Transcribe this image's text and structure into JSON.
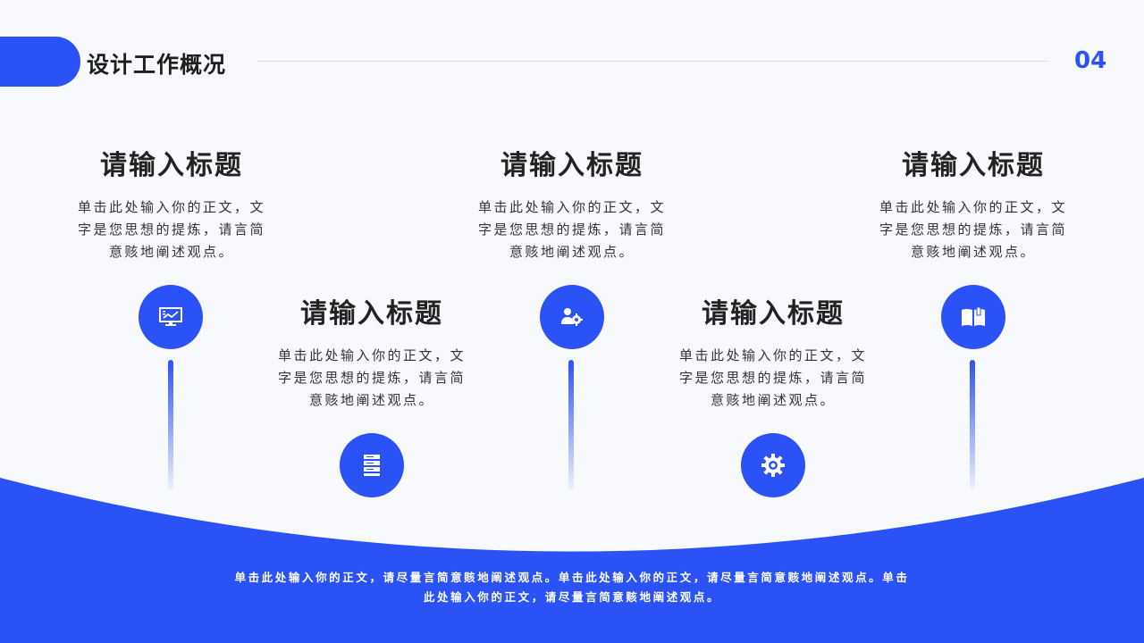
{
  "header": {
    "title": "设计工作概况",
    "page_number": "04"
  },
  "blocks": [
    {
      "title": "请输入标题",
      "desc_line1": "单击此处输入你的正文，文",
      "desc_line2": "字是您思想的提炼，请言简",
      "desc_line3": "意赅地阐述观点。",
      "icon": "monitor-chart-icon"
    },
    {
      "title": "请输入标题",
      "desc_line1": "单击此处输入你的正文，文",
      "desc_line2": "字是您思想的提炼，请言简",
      "desc_line3": "意赅地阐述观点。",
      "icon": "server-stack-icon"
    },
    {
      "title": "请输入标题",
      "desc_line1": "单击此处输入你的正文，文",
      "desc_line2": "字是您思想的提炼，请言简",
      "desc_line3": "意赅地阐述观点。",
      "icon": "team-gear-icon"
    },
    {
      "title": "请输入标题",
      "desc_line1": "单击此处输入你的正文，文",
      "desc_line2": "字是您思想的提炼，请言简",
      "desc_line3": "意赅地阐述观点。",
      "icon": "gear-icon"
    },
    {
      "title": "请输入标题",
      "desc_line1": "单击此处输入你的正文，文",
      "desc_line2": "字是您思想的提炼，请言简",
      "desc_line3": "意赅地阐述观点。",
      "icon": "book-icon"
    }
  ],
  "footer": {
    "line1": "单击此处输入你的正文，请尽量言简意赅地阐述观点。单击此处输入你的正文，请尽量言简意赅地阐述观点。单击",
    "line2": "此处输入你的正文，请尽量言简意赅地阐述观点。"
  },
  "colors": {
    "accent": "#2a52f7",
    "background": "#f7f9fc",
    "text": "#222222"
  }
}
